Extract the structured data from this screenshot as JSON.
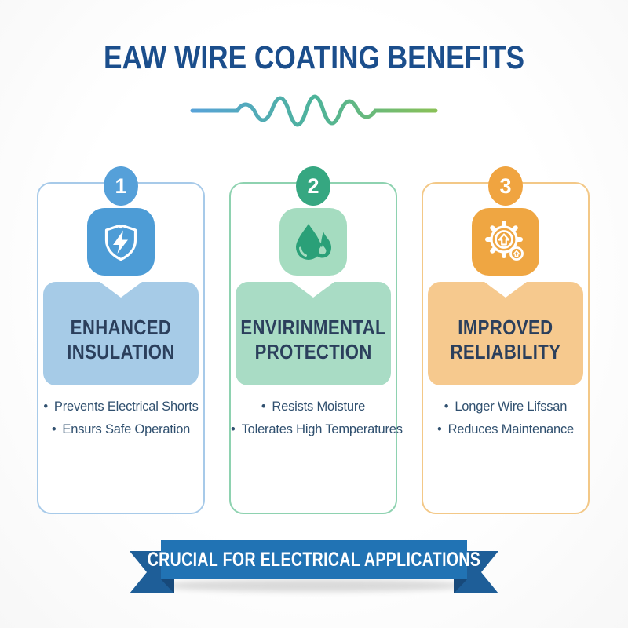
{
  "header": {
    "title": "EAW WIRE COATING BENEFITS",
    "title_color": "#1b4e8c"
  },
  "divider": {
    "type": "wavy-wire-line",
    "gradient_start": "#58a2da",
    "gradient_end": "#8bc155"
  },
  "cards": [
    {
      "number": "1",
      "icon": "shield-bolt-icon",
      "title_line1": "ENHANCED",
      "title_line2": "INSULATION",
      "bullets": [
        "Prevents Electrical Shorts",
        "Ensurs Safe Operation"
      ],
      "colors": {
        "border": "#a7cae9",
        "badge": "#55a0d9",
        "icon_bg": "#4d9cd6",
        "heading_bg": "#a6cbe7"
      }
    },
    {
      "number": "2",
      "icon": "droplet-flame-icon",
      "title_line1": "ENVIRINMENTAL",
      "title_line2": "PROTECTION",
      "bullets": [
        "Resists Moisture",
        "Tolerates High Temperatures"
      ],
      "colors": {
        "border": "#8ed2b0",
        "badge": "#36a781",
        "icon_bg": "#a5dcc0",
        "glyph": "#2aa078",
        "heading_bg": "#a9dcc5"
      }
    },
    {
      "number": "3",
      "icon": "gear-upgrade-icon",
      "title_line1": "IMPROVED",
      "title_line2": "RELIABILITY",
      "bullets": [
        "Longer Wire Lifssan",
        "Reduces Maintenance"
      ],
      "colors": {
        "border": "#f3c887",
        "badge": "#f0a440",
        "icon_bg": "#efa642",
        "heading_bg": "#f6c98e"
      }
    }
  ],
  "banner": {
    "label": "CRUCIAL FOR ELECTRICAL APPLICATIONS",
    "band_color": "#2173b4",
    "tail_color": "#1e5e98",
    "fold_color": "#17497a"
  },
  "text_colors": {
    "heading": "#2b3f5c",
    "bullet": "#30506f"
  }
}
